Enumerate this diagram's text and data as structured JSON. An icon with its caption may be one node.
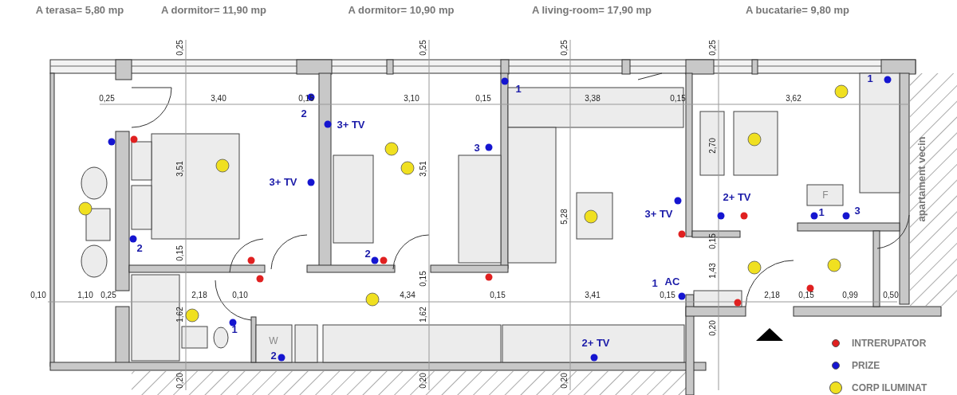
{
  "diagram": {
    "labels": [
      "A terasa= 5,80 mp",
      "A dormitor= 11,90 mp",
      "A dormitor= 10,90 mp",
      "A living-room= 17,90 mp",
      "A bucatarie= 9,80 mp",
      "0,25",
      "0,25",
      "0,25",
      "0,25",
      "1",
      "1",
      "0,25",
      "3,40",
      "0,15",
      "3,10",
      "0,15",
      "3,38",
      "0,15",
      "3,62",
      "2",
      "3+ TV",
      "2,70",
      "3",
      "3,51",
      "3,51",
      "apartament vecin",
      "3+ TV",
      "2+ TV",
      "F",
      "1",
      "3",
      "3+ TV",
      "5,28",
      "0,15",
      "2",
      "2",
      "0,15",
      "1,43",
      "0,15",
      "1",
      "AC",
      "0,10",
      "1,10",
      "0,25",
      "2,18",
      "0,10",
      "4,34",
      "0,15",
      "3,41",
      "0,15",
      "2,18",
      "0,15",
      "0,99",
      "0,50",
      "1,62",
      "1,62",
      "1",
      "W",
      "2",
      "2+ TV",
      "0,20",
      "0,20",
      "0,20",
      "0,20"
    ],
    "legend": [
      {
        "text": "INTRERUPATOR",
        "color": "#e02020"
      },
      {
        "text": "PRIZE",
        "color": "#1515d0"
      },
      {
        "text": "CORP ILUMINAT",
        "color": "#f0e020"
      }
    ]
  }
}
